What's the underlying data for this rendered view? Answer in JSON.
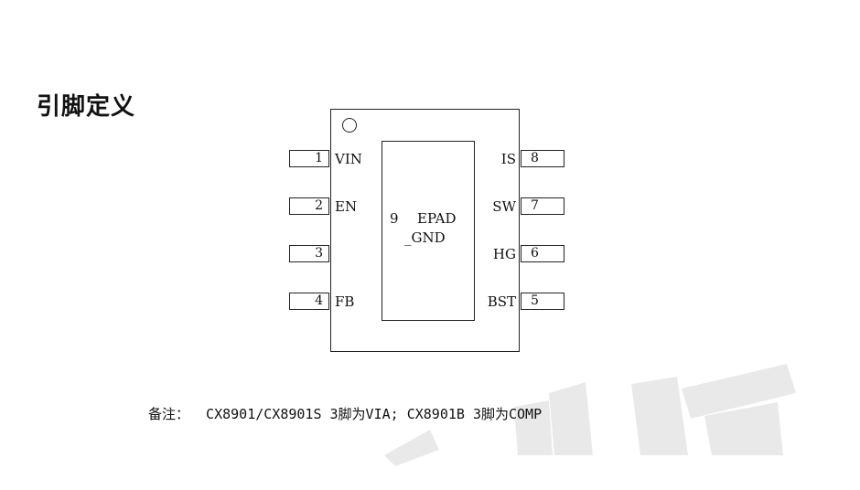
{
  "heading": "引脚定义",
  "epad": {
    "number": "9",
    "line1": "EPAD",
    "line2": "_GND"
  },
  "pins_left": [
    {
      "num": "1",
      "label": "VIN"
    },
    {
      "num": "2",
      "label": "EN"
    },
    {
      "num": "3",
      "label": ""
    },
    {
      "num": "4",
      "label": "FB"
    }
  ],
  "pins_right": [
    {
      "num": "8",
      "label": "IS"
    },
    {
      "num": "7",
      "label": "SW"
    },
    {
      "num": "6",
      "label": "HG"
    },
    {
      "num": "5",
      "label": "BST"
    }
  ],
  "note": "备注：  CX8901/CX8901S 3脚为VIA; CX8901B 3脚为COMP",
  "watermark_color": "#e9e9e9"
}
